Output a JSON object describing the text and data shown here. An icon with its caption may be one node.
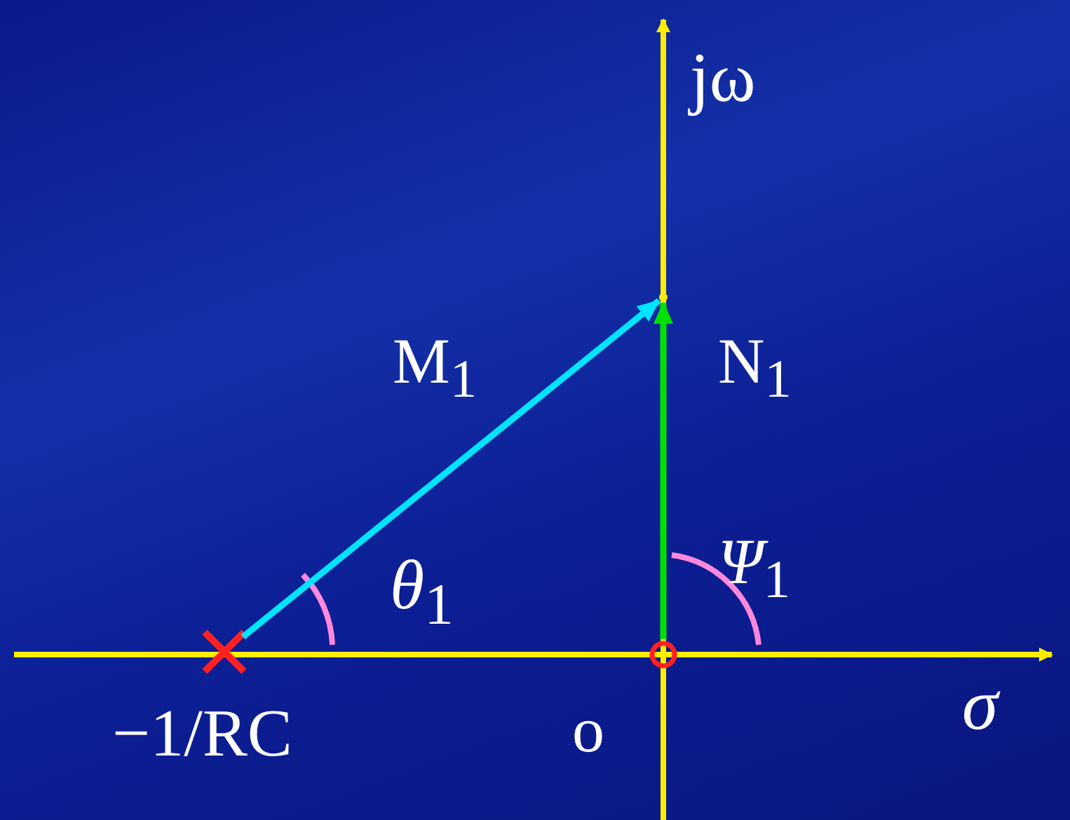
{
  "diagram": {
    "nodes": [
      {
        "text": [],
        "shape": "cross",
        "beside": [
          "−1/RC"
        ]
      },
      {
        "text": [],
        "shape": "circle",
        "beside": [
          "o"
        ]
      },
      {
        "text": [],
        "shape": "point"
      }
    ],
    "edges": [
      {
        "from": 0,
        "to": 2,
        "arrow": "to",
        "label": "M$_{1}$",
        "color": "#00e5ff"
      },
      {
        "from": 1,
        "to": 2,
        "arrow": "to",
        "label": "N$_{1}$",
        "color": "#00e000"
      }
    ],
    "labels": [
      "jω",
      "*θ*$_{1}$",
      "*Ψ*$_{1}$",
      "σ"
    ]
  }
}
